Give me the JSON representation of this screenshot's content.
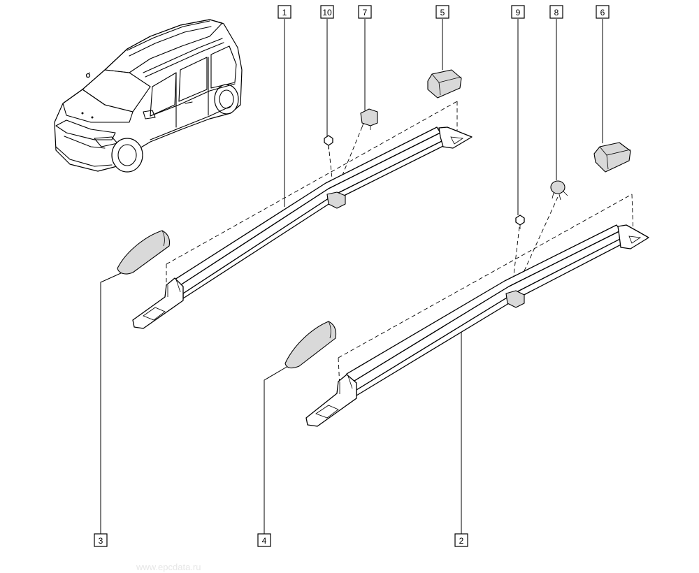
{
  "diagram": {
    "callouts": [
      {
        "id": "1",
        "label": "1"
      },
      {
        "id": "10",
        "label": "10"
      },
      {
        "id": "7",
        "label": "7"
      },
      {
        "id": "5",
        "label": "5"
      },
      {
        "id": "9",
        "label": "9"
      },
      {
        "id": "8",
        "label": "8"
      },
      {
        "id": "6",
        "label": "6"
      },
      {
        "id": "3",
        "label": "3"
      },
      {
        "id": "4",
        "label": "4"
      },
      {
        "id": "2",
        "label": "2"
      }
    ],
    "watermark": "www.epcdata.ru"
  }
}
